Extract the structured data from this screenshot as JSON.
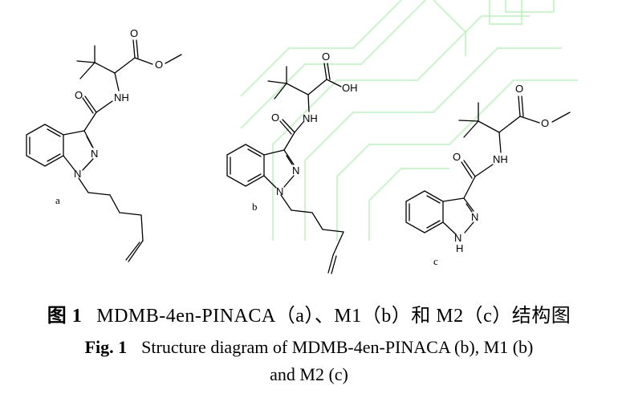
{
  "structures": [
    {
      "id": "a",
      "sublabel": "a",
      "atoms": {
        "methyl_ester_O": "O",
        "carbonyl_O": "O",
        "amide_O": "O",
        "amide_N": "NH",
        "ring_N2": "N",
        "ring_N1": "N"
      }
    },
    {
      "id": "b",
      "sublabel": "b",
      "atoms": {
        "acid_O": "O",
        "acid_OH": "OH",
        "amide_O": "O",
        "amide_N": "NH",
        "ring_N2": "N",
        "ring_N1": "N"
      }
    },
    {
      "id": "c",
      "sublabel": "c",
      "atoms": {
        "carbonyl_O": "O",
        "methyl_ester_O": "O",
        "amide_O": "O",
        "amide_N": "NH",
        "ring_N2": "N",
        "ring_N1": "N",
        "ring_H": "H"
      }
    }
  ],
  "caption": {
    "zh_label": "图 1",
    "zh_text": "MDMB-4en-PINACA（a）、M1（b）和 M2（c）结构图",
    "en_label": "Fig. 1",
    "en_line1": "Structure diagram of MDMB-4en-PINACA (b), M1 (b)",
    "en_line2": "and M2 (c)"
  },
  "colors": {
    "watermark": "#bfeec0",
    "ink": "#000000",
    "background": "#ffffff"
  }
}
